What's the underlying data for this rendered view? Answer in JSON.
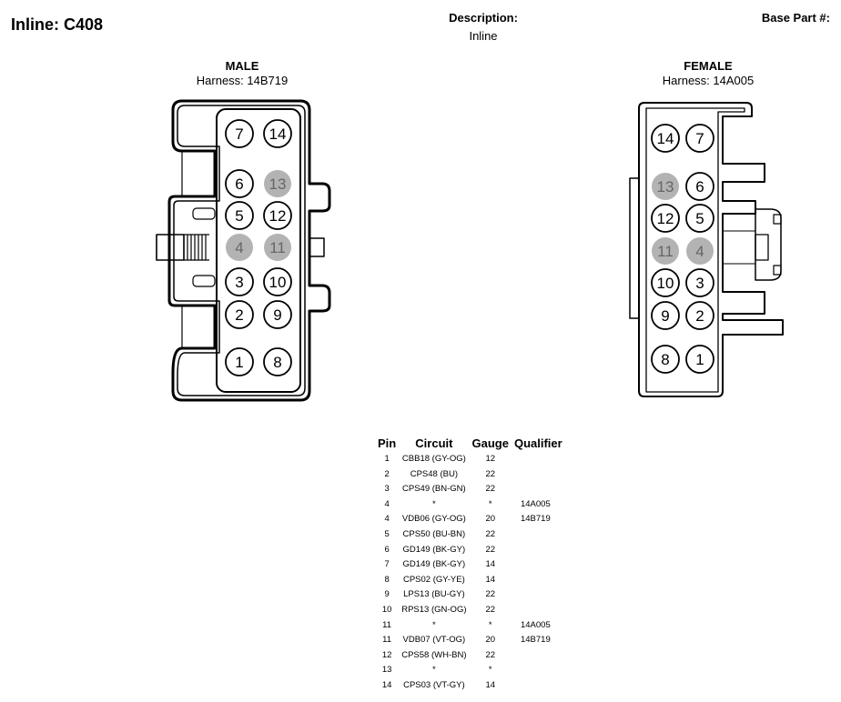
{
  "header": {
    "title": "Inline: C408",
    "description_label": "Description:",
    "description_value": "Inline",
    "base_part_label": "Base Part #:"
  },
  "male": {
    "title": "MALE",
    "harness": "Harness: 14B719",
    "pins": [
      {
        "label": "7",
        "empty": false
      },
      {
        "label": "14",
        "empty": false
      },
      {
        "label": "6",
        "empty": false
      },
      {
        "label": "13",
        "empty": true
      },
      {
        "label": "5",
        "empty": false
      },
      {
        "label": "12",
        "empty": false
      },
      {
        "label": "4",
        "empty": true
      },
      {
        "label": "11",
        "empty": true
      },
      {
        "label": "3",
        "empty": false
      },
      {
        "label": "10",
        "empty": false
      },
      {
        "label": "2",
        "empty": false
      },
      {
        "label": "9",
        "empty": false
      },
      {
        "label": "1",
        "empty": false
      },
      {
        "label": "8",
        "empty": false
      }
    ]
  },
  "female": {
    "title": "FEMALE",
    "harness": "Harness: 14A005",
    "pins": [
      {
        "label": "14",
        "empty": false
      },
      {
        "label": "7",
        "empty": false
      },
      {
        "label": "13",
        "empty": true
      },
      {
        "label": "6",
        "empty": false
      },
      {
        "label": "12",
        "empty": false
      },
      {
        "label": "5",
        "empty": false
      },
      {
        "label": "11",
        "empty": true
      },
      {
        "label": "4",
        "empty": true
      },
      {
        "label": "10",
        "empty": false
      },
      {
        "label": "3",
        "empty": false
      },
      {
        "label": "9",
        "empty": false
      },
      {
        "label": "2",
        "empty": false
      },
      {
        "label": "8",
        "empty": false
      },
      {
        "label": "1",
        "empty": false
      }
    ]
  },
  "colors": {
    "empty_pin_fill": "#b3b3b3",
    "empty_pin_text": "#666666",
    "outline": "#000000"
  },
  "table": {
    "headers": [
      "Pin",
      "Circuit",
      "Gauge",
      "Qualifier"
    ],
    "rows": [
      [
        "1",
        "CBB18 (GY-OG)",
        "12",
        ""
      ],
      [
        "2",
        "CPS48 (BU)",
        "22",
        ""
      ],
      [
        "3",
        "CPS49 (BN-GN)",
        "22",
        ""
      ],
      [
        "4",
        "*",
        "*",
        "14A005"
      ],
      [
        "4",
        "VDB06 (GY-OG)",
        "20",
        "14B719"
      ],
      [
        "5",
        "CPS50 (BU-BN)",
        "22",
        ""
      ],
      [
        "6",
        "GD149 (BK-GY)",
        "22",
        ""
      ],
      [
        "7",
        "GD149 (BK-GY)",
        "14",
        ""
      ],
      [
        "8",
        "CPS02 (GY-YE)",
        "14",
        ""
      ],
      [
        "9",
        "LPS13 (BU-GY)",
        "22",
        ""
      ],
      [
        "10",
        "RPS13 (GN-OG)",
        "22",
        ""
      ],
      [
        "11",
        "*",
        "*",
        "14A005"
      ],
      [
        "11",
        "VDB07 (VT-OG)",
        "20",
        "14B719"
      ],
      [
        "12",
        "CPS58 (WH-BN)",
        "22",
        ""
      ],
      [
        "13",
        "*",
        "*",
        ""
      ],
      [
        "14",
        "CPS03 (VT-GY)",
        "14",
        ""
      ]
    ]
  }
}
